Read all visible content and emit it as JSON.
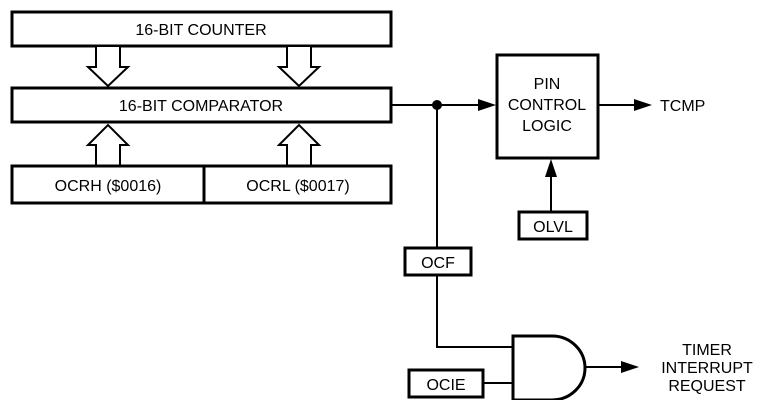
{
  "blocks": {
    "counter": "16-BIT COUNTER",
    "comparator": "16-BIT COMPARATOR",
    "ocrh": "OCRH ($0016)",
    "ocrl": "OCRL ($0017)",
    "pin_control": [
      "PIN",
      "CONTROL",
      "LOGIC"
    ],
    "olvl": "OLVL",
    "ocf": "OCF",
    "ocie": "OCIE"
  },
  "outputs": {
    "tcmp": "TCMP",
    "timer_interrupt": [
      "TIMER",
      "INTERRUPT",
      "REQUEST"
    ]
  }
}
